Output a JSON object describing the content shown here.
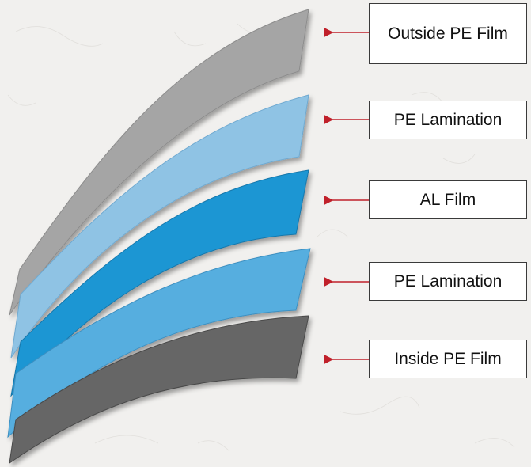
{
  "diagram": {
    "layers": [
      {
        "id": "outside-pe-film",
        "label": "Outside PE Film",
        "color": "#a5a5a5",
        "edge": "#8c8c8c"
      },
      {
        "id": "pe-lamination-1",
        "label": "PE Lamination",
        "color": "#8fc3e4",
        "edge": "#6fa9d0"
      },
      {
        "id": "al-film",
        "label": "AL Film",
        "color": "#1d96d3",
        "edge": "#1577ab"
      },
      {
        "id": "pe-lamination-2",
        "label": "PE Lamination",
        "color": "#56aedf",
        "edge": "#3d8fc0"
      },
      {
        "id": "inside-pe-film",
        "label": "Inside PE Film",
        "color": "#666666",
        "edge": "#4a4a4a"
      }
    ],
    "arrow_color": "#c0202a",
    "box_border_color": "#3a3a3a"
  }
}
